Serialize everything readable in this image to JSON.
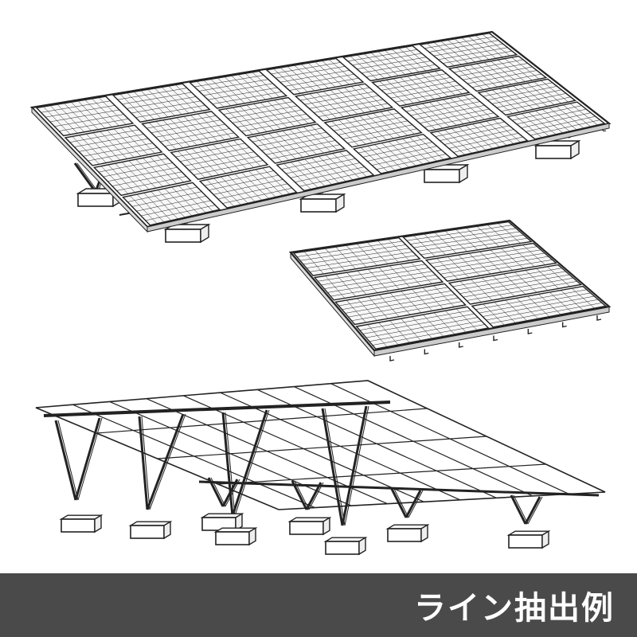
{
  "caption": "ライン抽出例",
  "colors": {
    "line": "#222222",
    "panel": "#f7f7f7",
    "footer_bg": "#4a4a4a",
    "footer_text": "#ffffff"
  },
  "figures": [
    {
      "kind": "solar-array-mounted-with-supports",
      "panel_rows": 4,
      "panel_cols": 6
    },
    {
      "kind": "solar-panel-group",
      "panel_rows": 4,
      "panel_cols": 2
    },
    {
      "kind": "mounting-frame-without-panels"
    }
  ]
}
